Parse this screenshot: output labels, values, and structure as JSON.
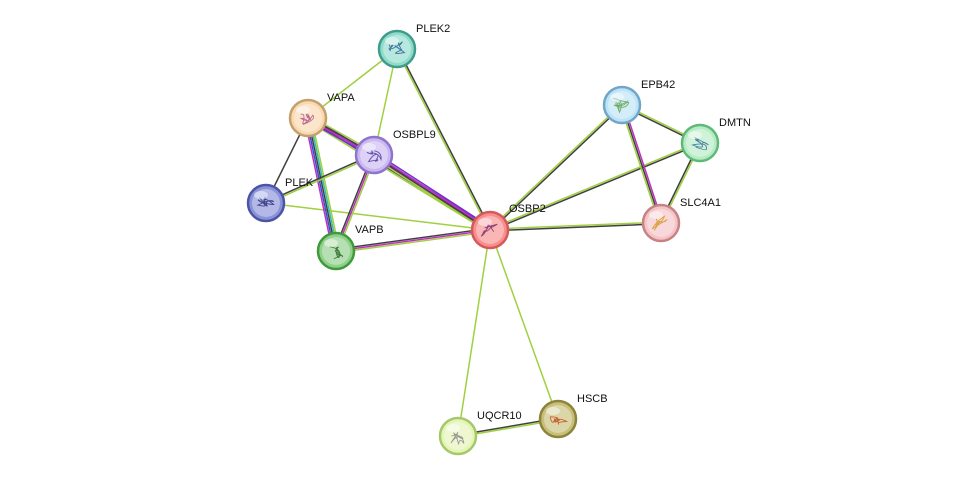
{
  "nodes": [
    {
      "id": "OSBP2",
      "label": "OSBP2",
      "fill": "#f88e8e",
      "stroke": "#d45a5a",
      "glyph": "#7a2a6a"
    },
    {
      "id": "PLEK2",
      "label": "PLEK2",
      "fill": "#8fdccb",
      "stroke": "#3f9c8a",
      "glyph": "#2f5f9a"
    },
    {
      "id": "VAPA",
      "label": "VAPA",
      "fill": "#f9d9b1",
      "stroke": "#c4a06c",
      "glyph": "#b4568a"
    },
    {
      "id": "OSBPL9",
      "label": "OSBPL9",
      "fill": "#cbb8f2",
      "stroke": "#8f74cc",
      "glyph": "#4a3a9a"
    },
    {
      "id": "PLEK",
      "label": "PLEK",
      "fill": "#8a93da",
      "stroke": "#4c55a3",
      "glyph": "#2a2f7a"
    },
    {
      "id": "VAPB",
      "label": "VAPB",
      "fill": "#8fd08a",
      "stroke": "#3f9a3a",
      "glyph": "#2f6a2a"
    },
    {
      "id": "EPB42",
      "label": "EPB42",
      "fill": "#bde3f6",
      "stroke": "#72a6c8",
      "glyph": "#5aa04a"
    },
    {
      "id": "DMTN",
      "label": "DMTN",
      "fill": "#b6ecc4",
      "stroke": "#5fba7a",
      "glyph": "#2f6a9a"
    },
    {
      "id": "SLC4A1",
      "label": "SLC4A1",
      "fill": "#f5c4c6",
      "stroke": "#c78286",
      "glyph": "#d49a2a"
    },
    {
      "id": "UQCR10",
      "label": "UQCR10",
      "fill": "#e3f5b7",
      "stroke": "#a6c86a",
      "glyph": "#8a8a8a"
    },
    {
      "id": "HSCB",
      "label": "HSCB",
      "fill": "#c8c07a",
      "stroke": "#8c843a",
      "glyph": "#c24a1a"
    }
  ],
  "edges": [
    {
      "source": "OSBP2",
      "target": "PLEK2",
      "colors": [
        "#a0d040",
        "#404040"
      ]
    },
    {
      "source": "OSBP2",
      "target": "VAPA",
      "colors": [
        "#a0d040",
        "#404040",
        "#c030c0",
        "#7030d0"
      ]
    },
    {
      "source": "OSBP2",
      "target": "OSBPL9",
      "colors": [
        "#a0d040",
        "#404040",
        "#c030c0",
        "#7030d0"
      ]
    },
    {
      "source": "OSBP2",
      "target": "PLEK",
      "colors": [
        "#a0d040"
      ]
    },
    {
      "source": "OSBP2",
      "target": "VAPB",
      "colors": [
        "#a0d040",
        "#c030c0",
        "#404040"
      ]
    },
    {
      "source": "OSBP2",
      "target": "EPB42",
      "colors": [
        "#a0d040",
        "#404040"
      ]
    },
    {
      "source": "OSBP2",
      "target": "DMTN",
      "colors": [
        "#a0d040",
        "#404040"
      ]
    },
    {
      "source": "OSBP2",
      "target": "SLC4A1",
      "colors": [
        "#a0d040",
        "#404040"
      ]
    },
    {
      "source": "OSBP2",
      "target": "UQCR10",
      "colors": [
        "#a0d040"
      ]
    },
    {
      "source": "OSBP2",
      "target": "HSCB",
      "colors": [
        "#a0d040"
      ]
    },
    {
      "source": "PLEK2",
      "target": "VAPA",
      "colors": [
        "#a0d040"
      ]
    },
    {
      "source": "PLEK2",
      "target": "OSBPL9",
      "colors": [
        "#a0d040"
      ]
    },
    {
      "source": "VAPA",
      "target": "OSBPL9",
      "colors": [
        "#a0d040",
        "#404040",
        "#c030c0",
        "#7030d0"
      ]
    },
    {
      "source": "VAPA",
      "target": "PLEK",
      "colors": [
        "#404040"
      ]
    },
    {
      "source": "VAPA",
      "target": "VAPB",
      "colors": [
        "#a0d040",
        "#30c0b0",
        "#404040",
        "#3050d0",
        "#c030c0"
      ]
    },
    {
      "source": "OSBPL9",
      "target": "PLEK",
      "colors": [
        "#a0d040",
        "#404040"
      ]
    },
    {
      "source": "OSBPL9",
      "target": "VAPB",
      "colors": [
        "#a0d040",
        "#c030c0",
        "#404040"
      ]
    },
    {
      "source": "EPB42",
      "target": "DMTN",
      "colors": [
        "#a0d040",
        "#404040"
      ]
    },
    {
      "source": "EPB42",
      "target": "SLC4A1",
      "colors": [
        "#c030c0",
        "#404040",
        "#a0d040"
      ]
    },
    {
      "source": "DMTN",
      "target": "SLC4A1",
      "colors": [
        "#a0d040",
        "#404040"
      ]
    },
    {
      "source": "UQCR10",
      "target": "HSCB",
      "colors": [
        "#404040",
        "#a0d040"
      ]
    }
  ]
}
